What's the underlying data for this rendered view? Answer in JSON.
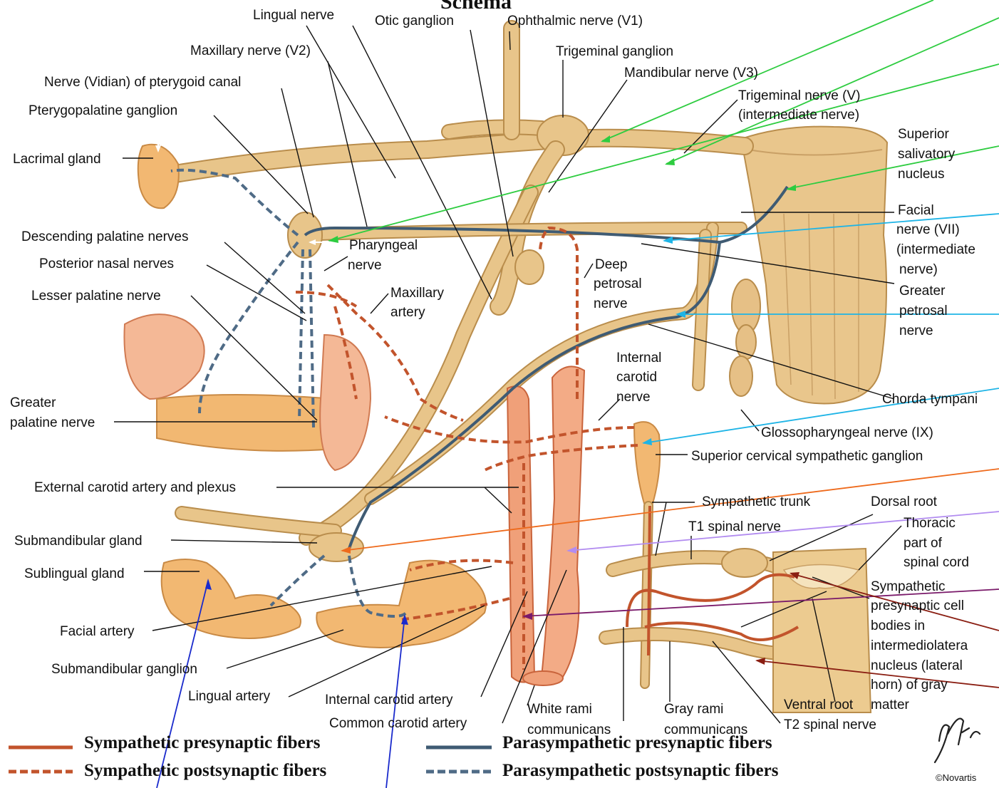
{
  "title": "Schema",
  "labels": {
    "lingual_nerve": "Lingual nerve",
    "otic_ganglion": "Otic ganglion",
    "ophthalmic_nerve": "Ophthalmic nerve (V1)",
    "maxillary_nerve": "Maxillary nerve (V2)",
    "trigeminal_ganglion": "Trigeminal ganglion",
    "mandibular_nerve": "Mandibular nerve (V3)",
    "vidian_nerve": "Nerve (Vidian) of pterygoid canal",
    "trigeminal_nerve_1": "Trigeminal nerve (V)",
    "trigeminal_nerve_2": "(intermediate nerve)",
    "pterygopalatine_ganglion": "Pterygopalatine ganglion",
    "superior_salivatory_1": "Superior",
    "superior_salivatory_2": "salivatory",
    "superior_salivatory_3": "nucleus",
    "lacrimal_gland": "Lacrimal gland",
    "facial_nerve_1": "Facial",
    "facial_nerve_2": "nerve (VII)",
    "facial_nerve_3": "(intermediate",
    "facial_nerve_4": "nerve)",
    "descending_palatine": "Descending palatine nerves",
    "pharyngeal_nerve_1": "Pharyngeal",
    "pharyngeal_nerve_2": "nerve",
    "posterior_nasal": "Posterior nasal nerves",
    "deep_petrosal_1": "Deep",
    "deep_petrosal_2": "petrosal",
    "deep_petrosal_3": "nerve",
    "greater_petrosal_1": "Greater",
    "greater_petrosal_2": "petrosal",
    "greater_petrosal_3": "nerve",
    "lesser_palatine": "Lesser palatine nerve",
    "maxillary_artery_1": "Maxillary",
    "maxillary_artery_2": "artery",
    "internal_carotid_nerve_1": "Internal",
    "internal_carotid_nerve_2": "carotid",
    "internal_carotid_nerve_3": "nerve",
    "greater_palatine_1": "Greater",
    "greater_palatine_2": "palatine nerve",
    "chorda_tympani": "Chorda tympani",
    "glossopharyngeal": "Glossopharyngeal nerve (IX)",
    "superior_cervical": "Superior cervical sympathetic ganglion",
    "external_carotid": "External carotid artery and plexus",
    "sympathetic_trunk": "Sympathetic trunk",
    "dorsal_root": "Dorsal root",
    "t1_spinal": "T1 spinal nerve",
    "thoracic_1": "Thoracic",
    "thoracic_2": "part of",
    "thoracic_3": "spinal cord",
    "submandibular_gland": "Submandibular gland",
    "sublingual_gland": "Sublingual gland",
    "sym_cell_1": "Sympathetic",
    "sym_cell_2": "presynaptic cell",
    "sym_cell_3": "bodies in",
    "sym_cell_4": "intermediolatera",
    "sym_cell_5": "nucleus (lateral",
    "sym_cell_6": "horn) of gray",
    "facial_artery": "Facial artery",
    "submandibular_ganglion": "Submandibular ganglion",
    "lingual_artery": "Lingual artery",
    "internal_carotid_artery": "Internal carotid artery",
    "common_carotid_artery": "Common carotid artery",
    "white_rami_1": "White rami",
    "white_rami_2": "communicans",
    "gray_rami_1": "Gray rami",
    "gray_rami_2": "communicans",
    "ventral_root": "Ventral root",
    "matter": "matter",
    "t2_spinal": "T2 spinal nerve"
  },
  "legend": {
    "sym_pre": "Sympathetic presynaptic fibers",
    "sym_post": "Sympathetic postsynaptic fibers",
    "par_pre": "Parasympathetic presynaptic fibers",
    "par_post": "Parasympathetic postsynaptic fibers"
  },
  "credit": "©Novartis",
  "colors": {
    "nerve": "#e8c58a",
    "sympathetic": "#c2542c",
    "parasympathetic": "#3f5b73",
    "artery": "#f0a079",
    "gland": "#f2b872",
    "pointer_green": "#2ecc40",
    "pointer_cyan": "#1eb4e6",
    "pointer_orange": "#ee6a1c",
    "pointer_violet": "#b28cf0",
    "pointer_purple": "#7a1a6a",
    "pointer_brown": "#8a1e12",
    "pointer_blue": "#1a2acc"
  }
}
